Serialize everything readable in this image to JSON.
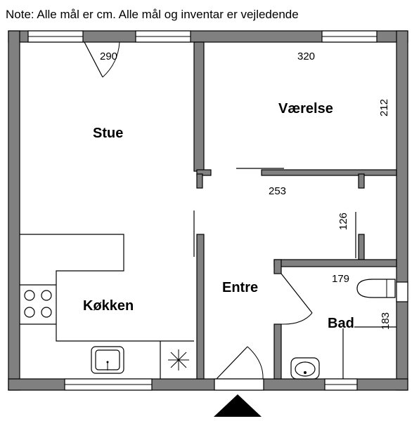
{
  "note": "Note: Alle mål er cm. Alle mål og inventar er vejledende",
  "rooms": {
    "stue": "Stue",
    "vaerelse": "Værelse",
    "koekken": "Køkken",
    "entre": "Entre",
    "bad": "Bad"
  },
  "dimensions": {
    "stue_width": "290",
    "vaerelse_width": "320",
    "vaerelse_depth": "212",
    "hall_width": "253",
    "hall_depth": "126",
    "bad_width": "179",
    "bad_depth": "183"
  },
  "colors": {
    "wall": "#808080",
    "line": "#000000",
    "background": "#ffffff"
  }
}
